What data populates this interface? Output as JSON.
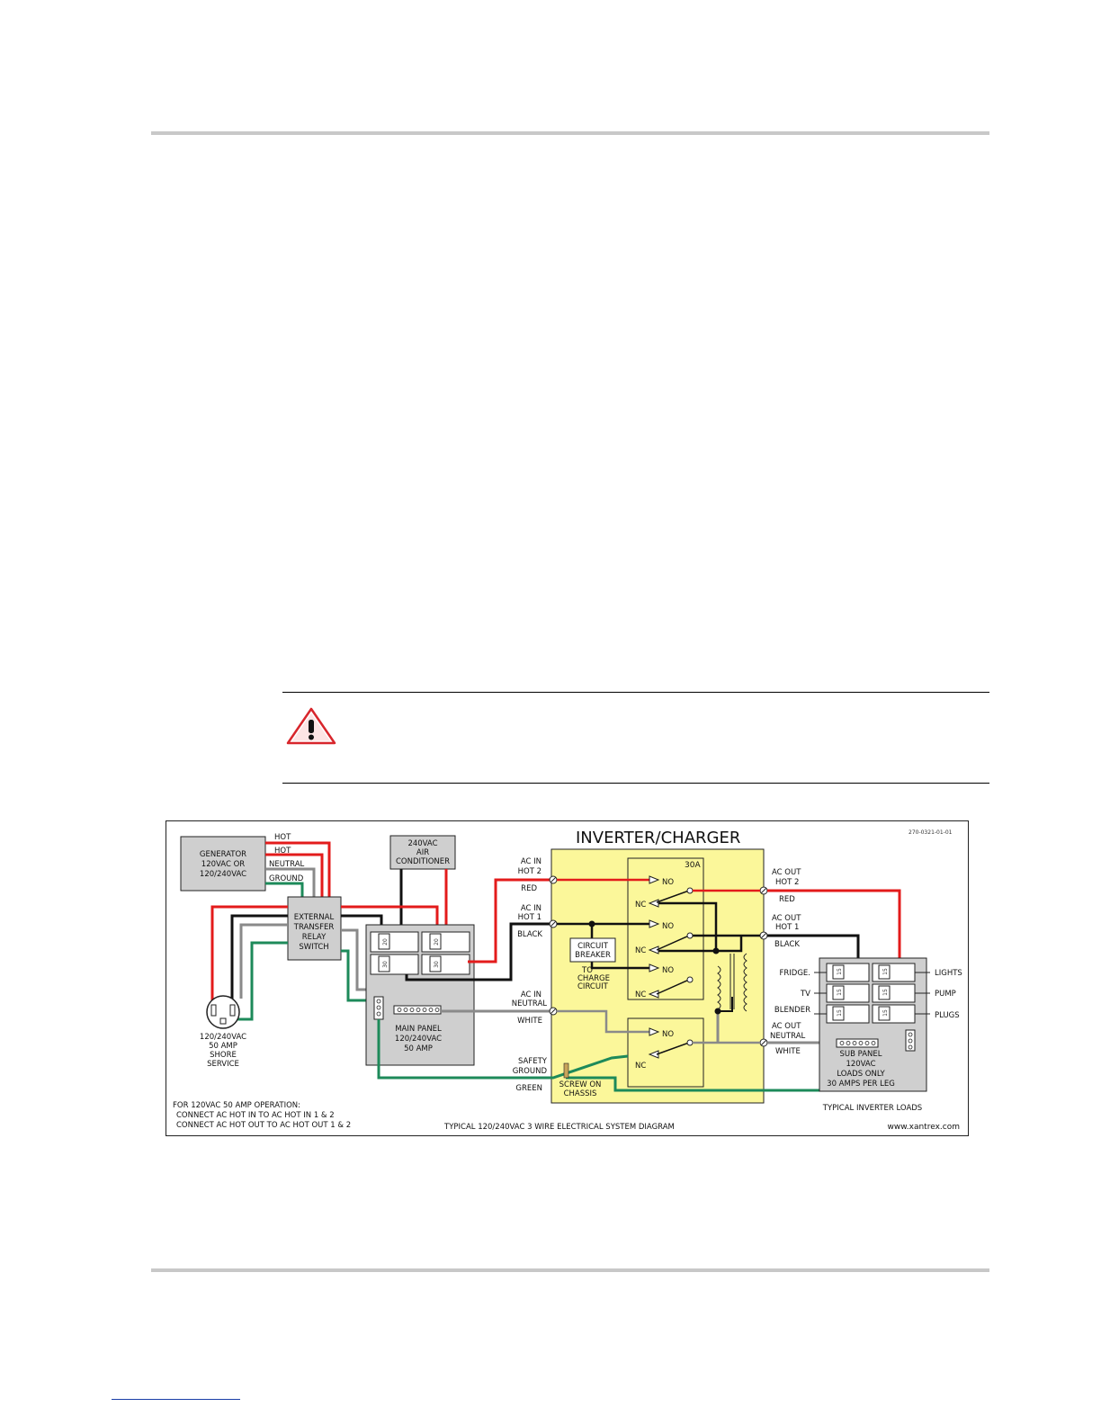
{
  "diagram": {
    "title": "INVERTER/CHARGER",
    "doc_id": "270-0321-01-01",
    "caption": "TYPICAL 120/240VAC 3 WIRE ELECTRICAL SYSTEM DIAGRAM",
    "website": "www.xantrex.com",
    "generator": [
      "GENERATOR",
      "120VAC OR",
      "120/240VAC"
    ],
    "gen_wires": [
      "HOT",
      "HOT",
      "NEUTRAL",
      "GROUND"
    ],
    "air_conditioner": [
      "240VAC",
      "AIR",
      "CONDITIONER"
    ],
    "transfer_switch": [
      "EXTERNAL",
      "TRANSFER",
      "RELAY",
      "SWITCH"
    ],
    "shore": [
      "120/240VAC",
      "50 AMP",
      "SHORE",
      "SERVICE"
    ],
    "main_panel": [
      "MAIN PANEL",
      "120/240VAC",
      "50 AMP"
    ],
    "main_breakers": [
      "20",
      "20",
      "30",
      "30"
    ],
    "note": [
      "FOR 120VAC 50 AMP OPERATION:",
      "CONNECT AC HOT IN TO AC HOT IN 1 & 2",
      "CONNECT AC HOT OUT TO AC HOT OUT 1 & 2"
    ],
    "ac_in_hot2": [
      "AC IN",
      "HOT 2"
    ],
    "ac_in_hot1": [
      "AC IN",
      "HOT 1"
    ],
    "ac_in_neutral": [
      "AC IN",
      "NEUTRAL"
    ],
    "safety_ground": [
      "SAFETY",
      "GROUND"
    ],
    "wire_colors_in": [
      "RED",
      "BLACK",
      "WHITE",
      "GREEN"
    ],
    "relay_rating": "30A",
    "contact_no": "NO",
    "contact_nc": "NC",
    "circuit_breaker": [
      "CIRCUIT",
      "BREAKER"
    ],
    "to_charge": [
      "TO",
      "CHARGE",
      "CIRCUIT"
    ],
    "screw_on_chassis": [
      "SCREW ON",
      "CHASSIS"
    ],
    "ac_out_hot2": [
      "AC OUT",
      "HOT 2"
    ],
    "ac_out_hot1": [
      "AC OUT",
      "HOT 1"
    ],
    "ac_out_neutral": [
      "AC OUT",
      "NEUTRAL"
    ],
    "wire_colors_out": [
      "RED",
      "BLACK",
      "WHITE"
    ],
    "loads_left": [
      "FRIDGE.",
      "TV",
      "BLENDER"
    ],
    "loads_right": [
      "LIGHTS",
      "PUMP",
      "PLUGS"
    ],
    "sub_breaker": "15",
    "sub_panel": [
      "SUB PANEL",
      "120VAC",
      "LOADS ONLY",
      "30 AMPS PER LEG"
    ],
    "typical_loads": "TYPICAL INVERTER LOADS",
    "colors": {
      "hot_red": "#e31b1b",
      "hot_black": "#111111",
      "neutral_gray": "#8a8a8a",
      "ground_green": "#1d8a5a",
      "inverter_yellow": "#fbf79a",
      "panel_gray": "#cfcfcf",
      "warning_red": "#d8262c"
    }
  }
}
